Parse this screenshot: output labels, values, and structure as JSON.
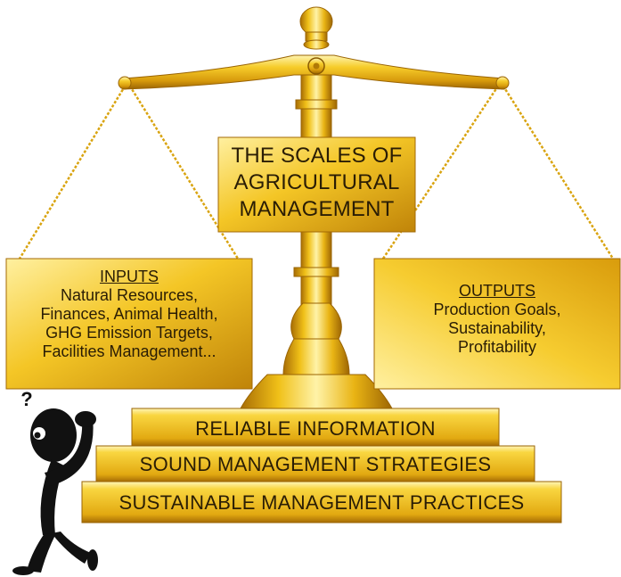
{
  "title_lines": [
    "THE SCALES OF",
    "AGRICULTURAL",
    "MANAGEMENT"
  ],
  "inputs": {
    "heading": "INPUTS",
    "lines": [
      "Natural Resources,",
      "Finances, Animal Health,",
      "GHG Emission Targets,",
      "Facilities Management..."
    ]
  },
  "outputs": {
    "heading": "OUTPUTS",
    "lines": [
      "Production Goals,",
      "Sustainability,",
      "Profitability"
    ]
  },
  "base_steps": [
    "RELIABLE INFORMATION",
    "SOUND MANAGEMENT STRATEGIES",
    "SUSTAINABLE MANAGEMENT PRACTICES"
  ],
  "thinking_figure_mark": "?",
  "colors": {
    "gold_light": "#fff2a0",
    "gold_mid": "#f2c21b",
    "gold_dark": "#b07a06",
    "text": "#2a1d05"
  }
}
